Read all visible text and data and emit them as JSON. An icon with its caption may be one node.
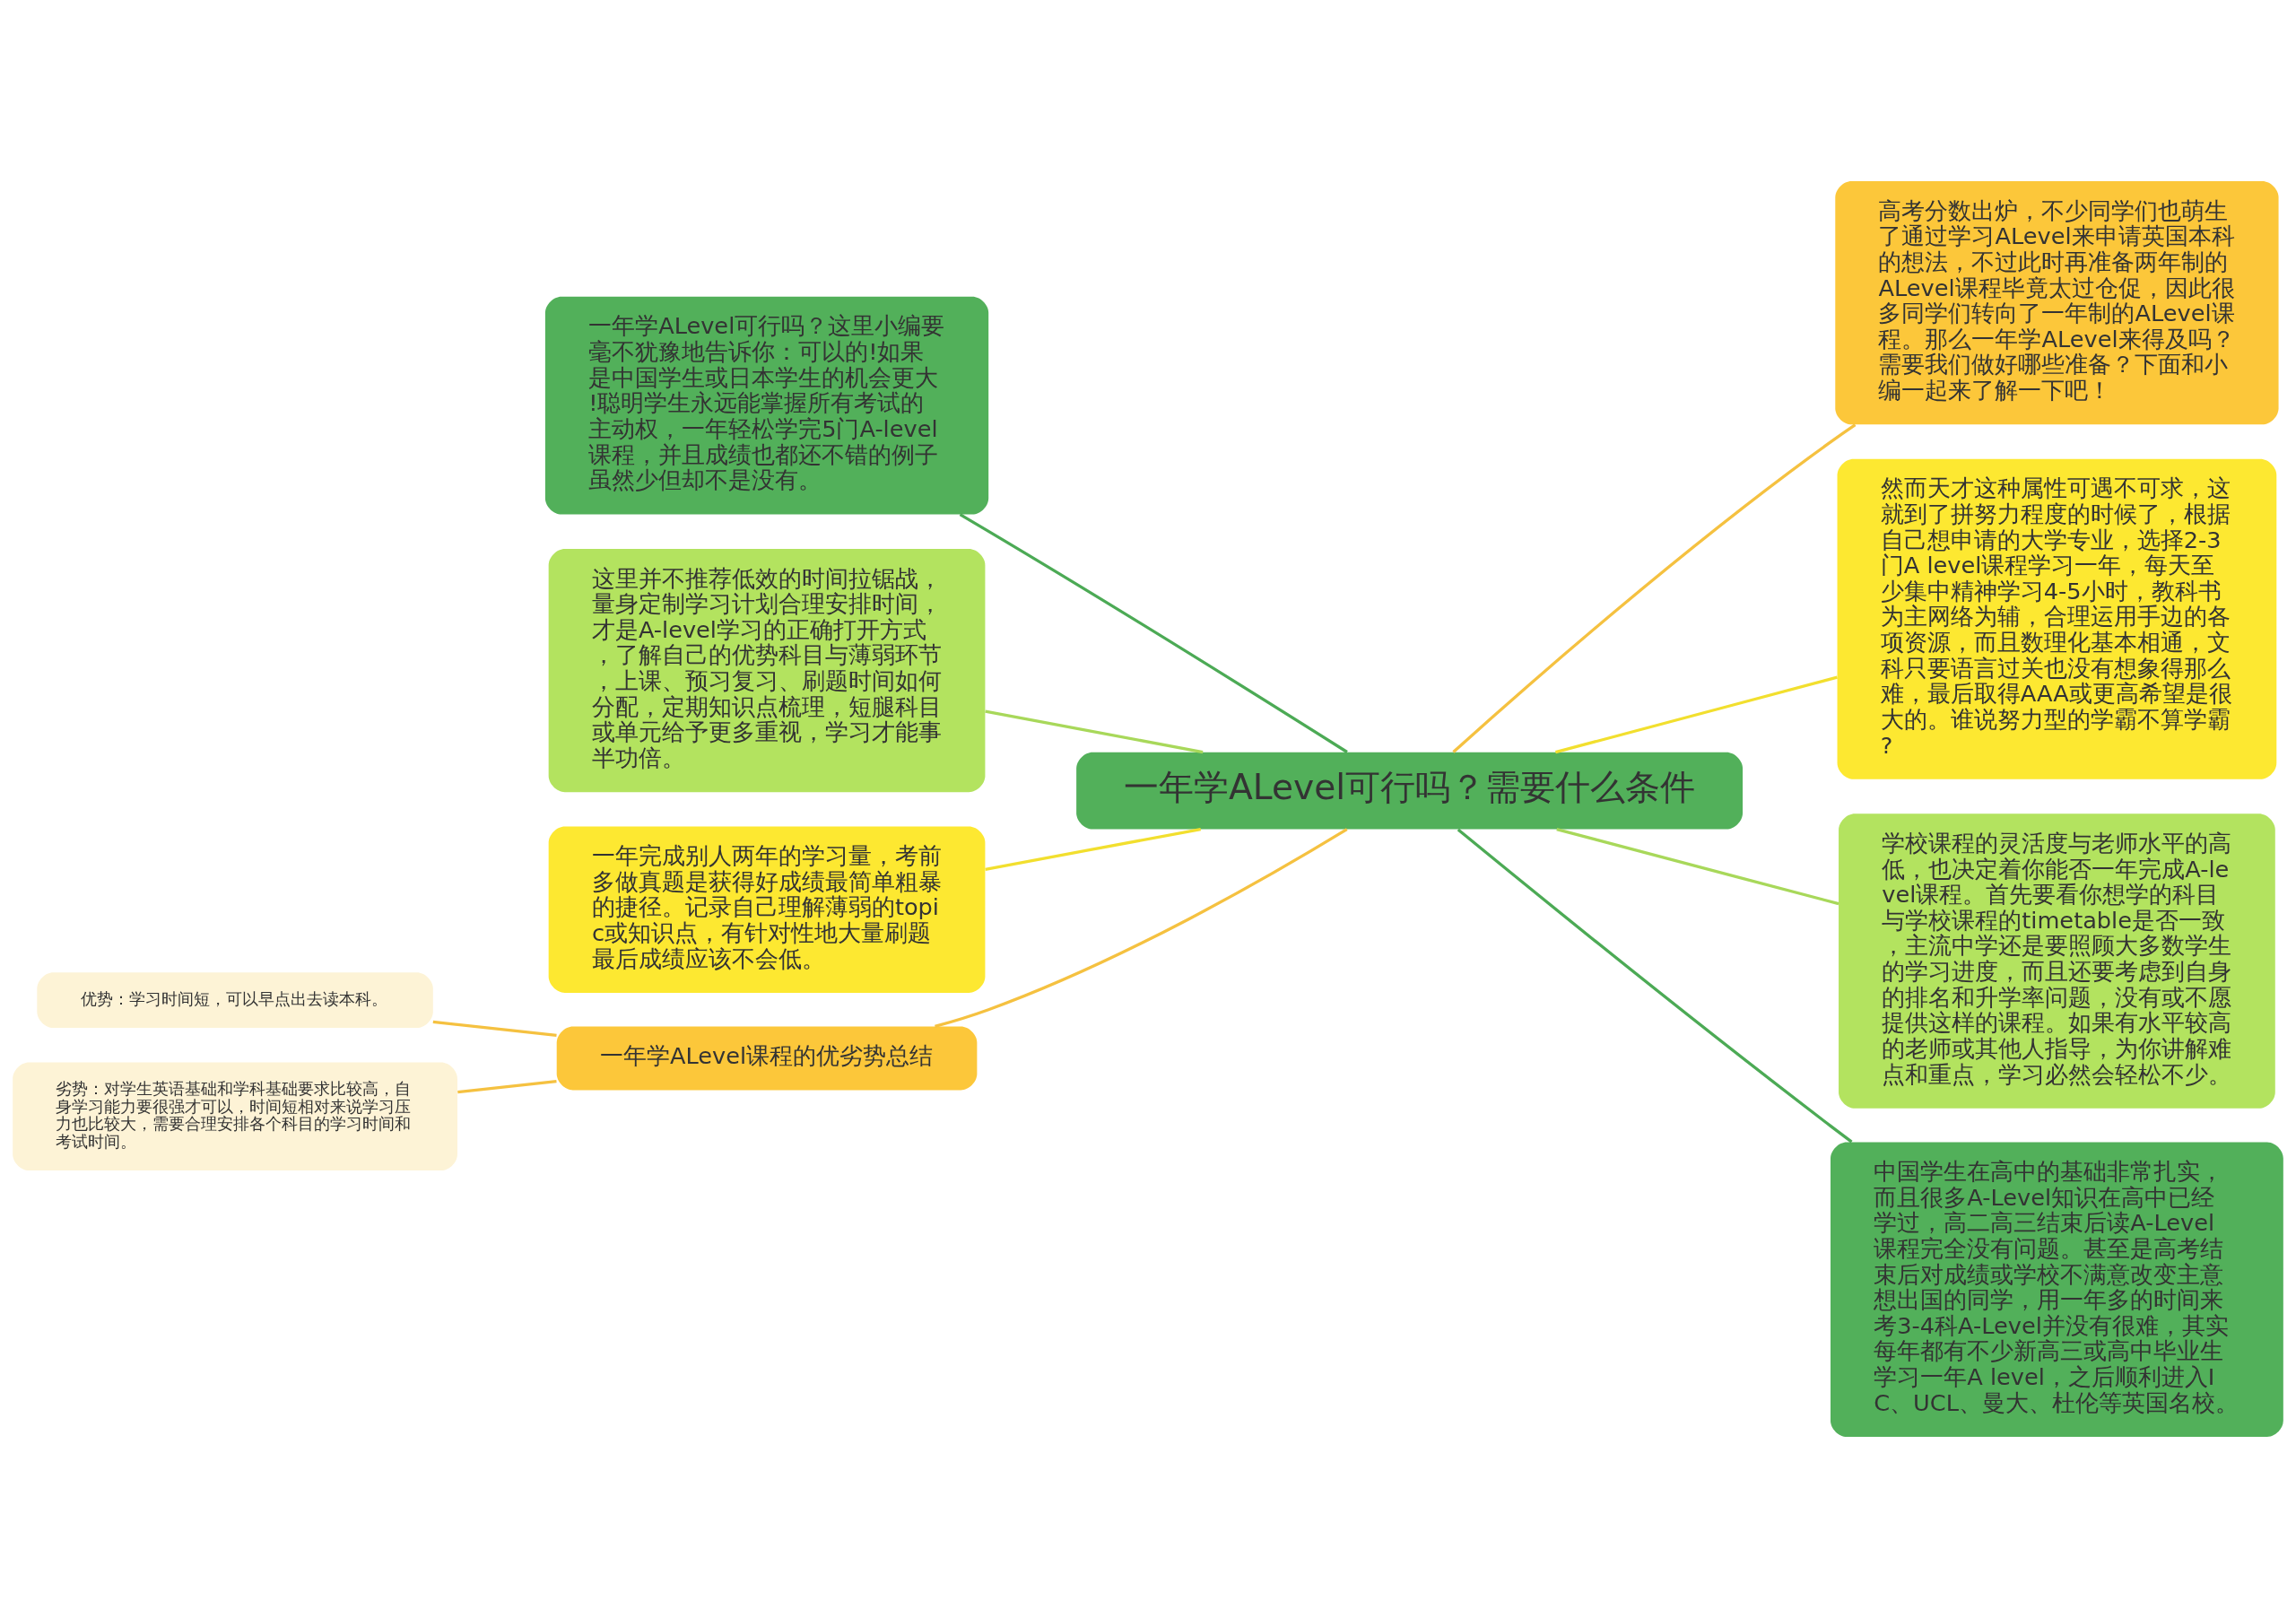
{
  "diagram": {
    "nodes": [
      {
        "text": [
          "一年学ALevel可行吗？需要什么条件"
        ]
      },
      {
        "text": [
          "高考分数出炉，不少同学们也萌生了通过学习ALevel来申请英国本科的想法，不过此时再准备两年制的ALevel课程毕竟太过仓促，因此很多同学们转向了一年制的ALevel课程。那么一年学ALevel来得及吗？需要我们做好哪些准备？下面和小编一起来了解一下吧！"
        ]
      },
      {
        "text": [
          "然而天才这种属性可遇不可求，这就到了拼努力程度的时候了，根据自己想申请的大学专业，选择2-3门A level课程学习一年，每天至少集中精神学习4-5小时，教科书为主网络为辅，合理运用手边的各项资源，而且数理化基本相通，文科只要语言过关也没有想象得那么难，最后取得AAA或更高希望是很大的。谁说努力型的学霸不算学霸?"
        ]
      },
      {
        "text": [
          "学校课程的灵活度与老师水平的高低，也决定着你能否一年完成A-level课程。首先要看你想学的科目与学校课程的timetable是否一致，主流中学还是要照顾大多数学生的学习进度，而且还要考虑到自身的排名和升学率问题，没有或不愿提供这样的课程。如果有水平较高的老师或其他人指导，为你讲解难点和重点，学习必然会轻松不少。"
        ]
      },
      {
        "text": [
          "中国学生在高中的基础非常扎实，而且很多A-Level知识在高中已经学过，高二高三结束后读A-Level课程完全没有问题。甚至是高考结束后对成绩或学校不满意改变主意想出国的同学，用一年多的时间来考3-4科A-Level并没有很难，其实每年都有不少新高三或高中毕业生学习一年A level，之后顺利进入IC、UCL、曼大、杜伦等英国名校。"
        ]
      },
      {
        "text": [
          "一年学ALevel可行吗？这里小编要毫不犹豫地告诉你：可以的!如果是中国学生或日本学生的机会更大!聪明学生永远能掌握所有考试的主动权，一年轻松学完5门A-level课程，并且成绩也都还不错的例子虽然少但却不是没有。"
        ]
      },
      {
        "text": [
          "这里并不推荐低效的时间拉锯战，量身定制学习计划合理安排时间，才是A-level学习的正确打开方式，了解自己的优势科目与薄弱环节，上课、预习复习、刷题时间如何分配，定期知识点梳理，短腿科目或单元给予更多重视，学习才能事半功倍。"
        ]
      },
      {
        "text": [
          "一年完成别人两年的学习量，考前多做真题是获得好成绩最简单粗暴的捷径。记录自己理解薄弱的topic或知识点，有针对性地大量刷题最后成绩应该不会低。"
        ]
      },
      {
        "text": [
          "一年学ALevel课程的优劣势总结"
        ]
      },
      {
        "text": [
          "优势：学习时间短，可以早点出去读本科。"
        ]
      },
      {
        "text": [
          "劣势：对学生英语基础和学科基础要求比较高，自身学习能力要很强才可以，时间短相对来说学习压力也比较大，需要合理安排各个科目的学习时间和考试时间。"
        ]
      }
    ],
    "edges": [
      {
        "from": 0,
        "to": 1,
        "arrow": "none"
      },
      {
        "from": 0,
        "to": 2,
        "arrow": "none",
        "color": "#f2df2e"
      },
      {
        "from": 0,
        "to": 3,
        "arrow": "none",
        "color": "#a8d85a"
      },
      {
        "from": 0,
        "to": 4,
        "arrow": "none",
        "color": "#4caa55"
      },
      {
        "from": 0,
        "to": 5,
        "arrow": "none",
        "color": "#4caa55"
      },
      {
        "from": 0,
        "to": 6,
        "arrow": "none",
        "color": "#a8d85a"
      },
      {
        "from": 0,
        "to": 7,
        "arrow": "none",
        "color": "#f2df2e"
      },
      {
        "from": 0,
        "to": 8,
        "arrow": "none"
      },
      {
        "from": 8,
        "to": 9,
        "arrow": "none"
      },
      {
        "from": 8,
        "to": 10,
        "arrow": "none"
      }
    ]
  }
}
